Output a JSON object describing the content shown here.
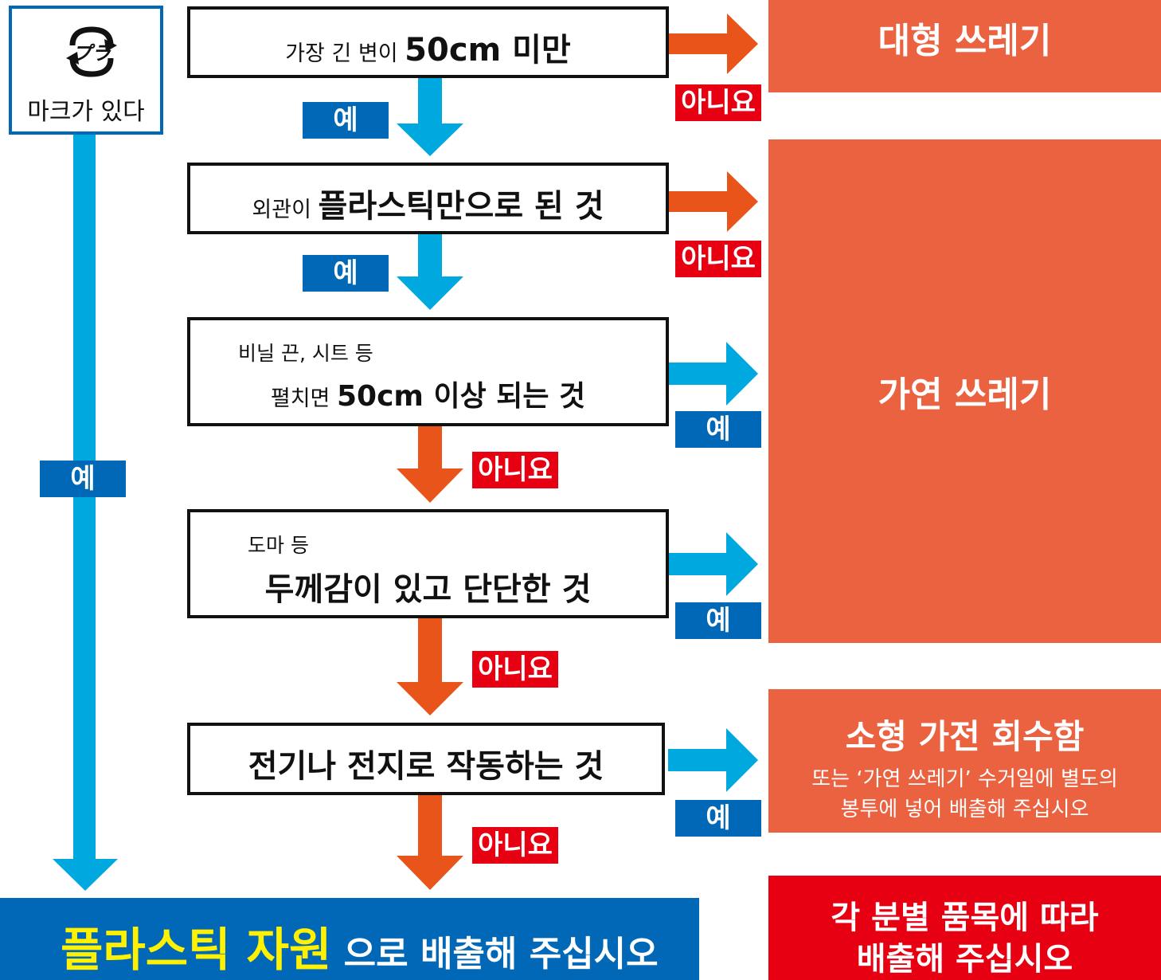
{
  "mark": {
    "label": "마크가 있다",
    "icon": "plastic-recycle-mark-icon"
  },
  "questions": [
    {
      "pre": "가장 긴 변이 ",
      "bold": "50cm 미만"
    },
    {
      "pre": "외관이 ",
      "bold": "플라스틱만으로 된 것"
    },
    {
      "sub": "비닐 끈, 시트 등",
      "pre": "펼치면 ",
      "bold": "50cm 이상 되는 것"
    },
    {
      "sub": "도마 등",
      "bold": "두께감이 있고 단단한 것"
    },
    {
      "bold": "전기나 전지로 작동하는 것"
    }
  ],
  "tags": {
    "yes": "예",
    "no": "아니요"
  },
  "results": {
    "large": "대형 쓰레기",
    "burnable": "가연 쓰레기",
    "small_appliance_title": "소형 가전 회수함",
    "small_appliance_note_1": "또는 ‘가연 쓰레기’ 수거일에 별도의",
    "small_appliance_note_2": "봉투에 넣어 배출해 주십시오",
    "other_1": "각 분별 품목에 따라",
    "other_2": "배출해 주십시오"
  },
  "final": {
    "main": "플라스틱 자원",
    "rest": " 으로 배출해 주십시오"
  },
  "colors": {
    "blue": "#0068b7",
    "light_blue": "#00a8e0",
    "orange": "#e8541a",
    "red": "#e60012",
    "result_bg": "#ea6240",
    "yellow": "#fff100"
  }
}
